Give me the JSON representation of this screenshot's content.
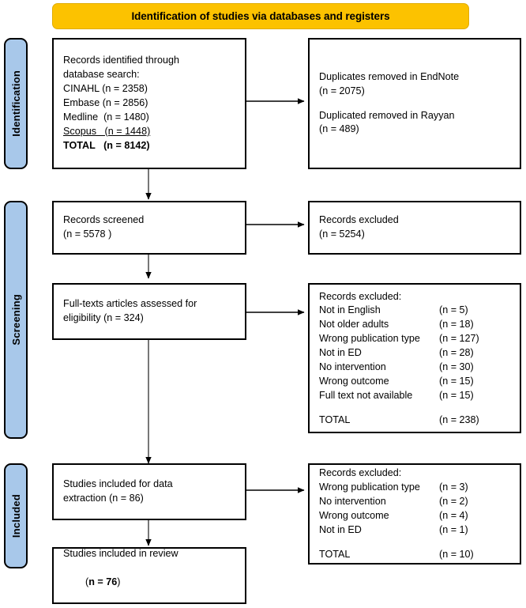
{
  "banner": {
    "title": "Identification of studies via databases and registers",
    "color": "#FCC200"
  },
  "stages": [
    {
      "key": "identification",
      "label": "Identification",
      "color": "#A8C8EA"
    },
    {
      "key": "screening",
      "label": "Screening",
      "color": "#A8C8EA"
    },
    {
      "key": "included",
      "label": "Included",
      "color": "#A8C8EA"
    }
  ],
  "boxes": {
    "records_identified": {
      "name": "Records identified through database search",
      "lines": [
        "Records identified through",
        "database search:",
        "CINAHL (n = 2358)",
        "Embase (n = 2856)",
        "Medline  (n = 1480)",
        "Scopus   (n = 1448)",
        "TOTAL   (n = 8142)"
      ],
      "sources": [
        {
          "database": "CINAHL",
          "n": 2358
        },
        {
          "database": "Embase",
          "n": 2856
        },
        {
          "database": "Medline",
          "n": 1480
        },
        {
          "database": "Scopus",
          "n": 1448
        }
      ],
      "total": 8142
    },
    "duplicates_removed": {
      "line1": "Duplicates removed in EndNote",
      "line2": "(n = 2075)",
      "line3": "Duplicated removed in Rayyan",
      "line4": "(n = 489)",
      "endnote_n": 2075,
      "rayyan_n": 489
    },
    "records_screened": {
      "line1": "Records screened",
      "line2": "(n = 5578 )",
      "n": 5578
    },
    "records_excluded_screening": {
      "line1": "Records excluded",
      "line2": "(n = 5254)",
      "n": 5254
    },
    "fulltext_assessed": {
      "line1": "Full-texts articles assessed for",
      "line2": "eligibility (n = 324)",
      "n": 324
    },
    "records_excluded_fulltext": {
      "heading": "Records excluded:",
      "rows": [
        {
          "label": "Not in English",
          "count": "(n = 5)"
        },
        {
          "label": "Not older adults",
          "count": "(n = 18)"
        },
        {
          "label": "Wrong publication type",
          "count": "(n = 127)"
        },
        {
          "label": "Not in ED",
          "count": "(n = 28)"
        },
        {
          "label": "No intervention",
          "count": "(n = 30)"
        },
        {
          "label": "Wrong outcome",
          "count": "(n = 15)"
        },
        {
          "label": "Full text not available",
          "count": "(n = 15)"
        }
      ],
      "total_label": "TOTAL",
      "total_count": "(n = 238)"
    },
    "studies_data_extraction": {
      "line1": "Studies included for data",
      "line2": "extraction (n = 86)",
      "n": 86
    },
    "records_excluded_included": {
      "heading": "Records excluded:",
      "rows": [
        {
          "label": "Wrong publication type",
          "count": "(n = 3)"
        },
        {
          "label": "No intervention",
          "count": "(n = 2)"
        },
        {
          "label": "Wrong outcome",
          "count": "(n = 4)"
        },
        {
          "label": "Not in ED",
          "count": "(n = 1)"
        }
      ],
      "total_label": "TOTAL",
      "total_count": "(n = 10)"
    },
    "studies_in_review": {
      "line1": "Studies included in review",
      "n_bold": "n = 76",
      "paren_open": "(",
      "paren_close": ")"
    }
  }
}
